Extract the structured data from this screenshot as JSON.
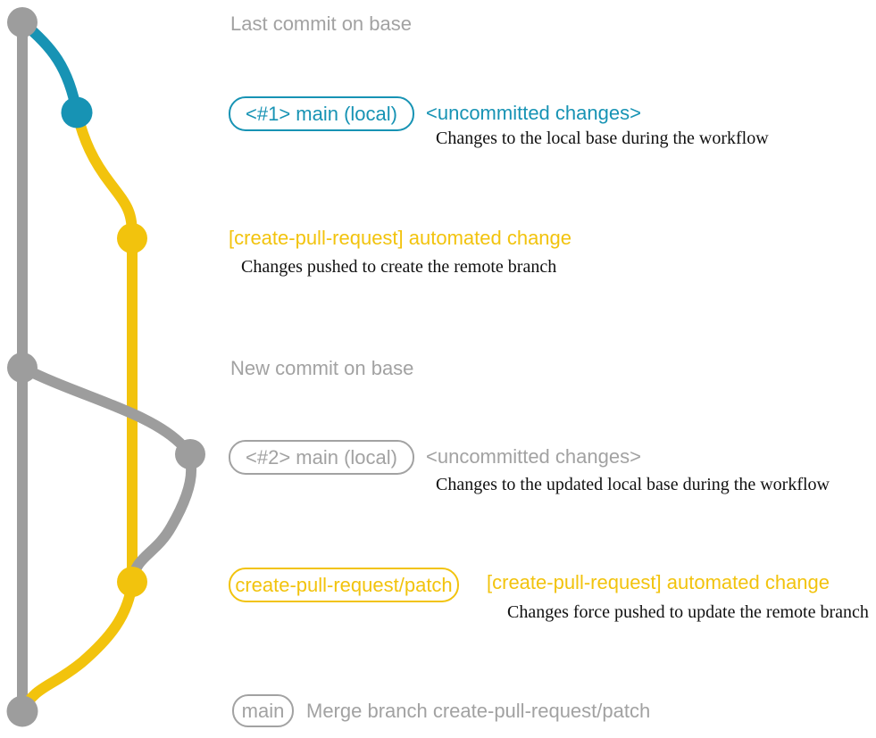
{
  "colors": {
    "gray_line": "#9d9d9d",
    "gray_text": "#a2a2a2",
    "teal": "#1793b4",
    "yellow": "#f2c30d",
    "dark_text": "#111111",
    "background": "#ffffff"
  },
  "labels": {
    "last_commit": "Last commit on base",
    "step1": {
      "badge": "<#1> main (local)",
      "status": "<uncommitted changes>",
      "note": "Changes to the local base during the workflow"
    },
    "step2": {
      "title": "[create-pull-request] automated change",
      "note": "Changes pushed to create the remote branch"
    },
    "new_commit": "New commit on base",
    "step3": {
      "badge": "<#2> main (local)",
      "status": "<uncommitted changes>",
      "note": "Changes to the updated local base during the workflow"
    },
    "step4": {
      "badge": "create-pull-request/patch",
      "title": "[create-pull-request] automated change",
      "note": "Changes force pushed to update the remote branch"
    },
    "merge": {
      "badge": "main",
      "text": "Merge branch create-pull-request/patch"
    }
  }
}
